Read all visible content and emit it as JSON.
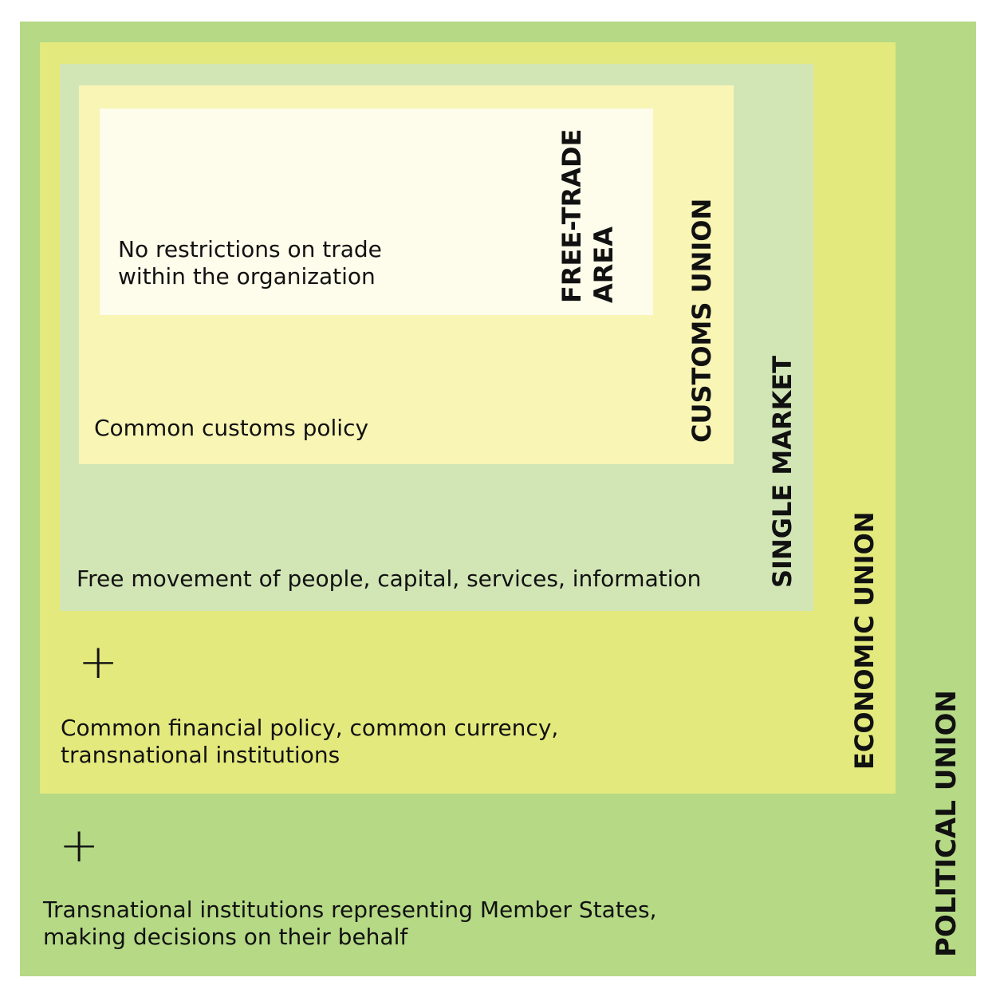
{
  "levels": {
    "political": {
      "label": "POLITICAL UNION",
      "color": "#b5d985",
      "plus": "+",
      "description_line1": "Transnational institutions representing Member States,",
      "description_line2": "making decisions on their behalf"
    },
    "economic": {
      "label": "ECONOMIC UNION",
      "color": "#e3e97c",
      "plus": "+",
      "description_line1": "Common financial policy, common currency,",
      "description_line2": "transnational institutions"
    },
    "single_market": {
      "label": "SINGLE MARKET",
      "color": "#d2e5b5",
      "description": "Free movement of people, capital, services, information"
    },
    "customs": {
      "label": "CUSTOMS UNION",
      "color": "#f8f5b5",
      "description": "Common customs policy"
    },
    "free_trade": {
      "label_line1": "FREE-TRADE",
      "label_line2": "AREA",
      "color": "#fefceb",
      "description_line1": "No restrictions on trade",
      "description_line2": "within the organization"
    }
  }
}
